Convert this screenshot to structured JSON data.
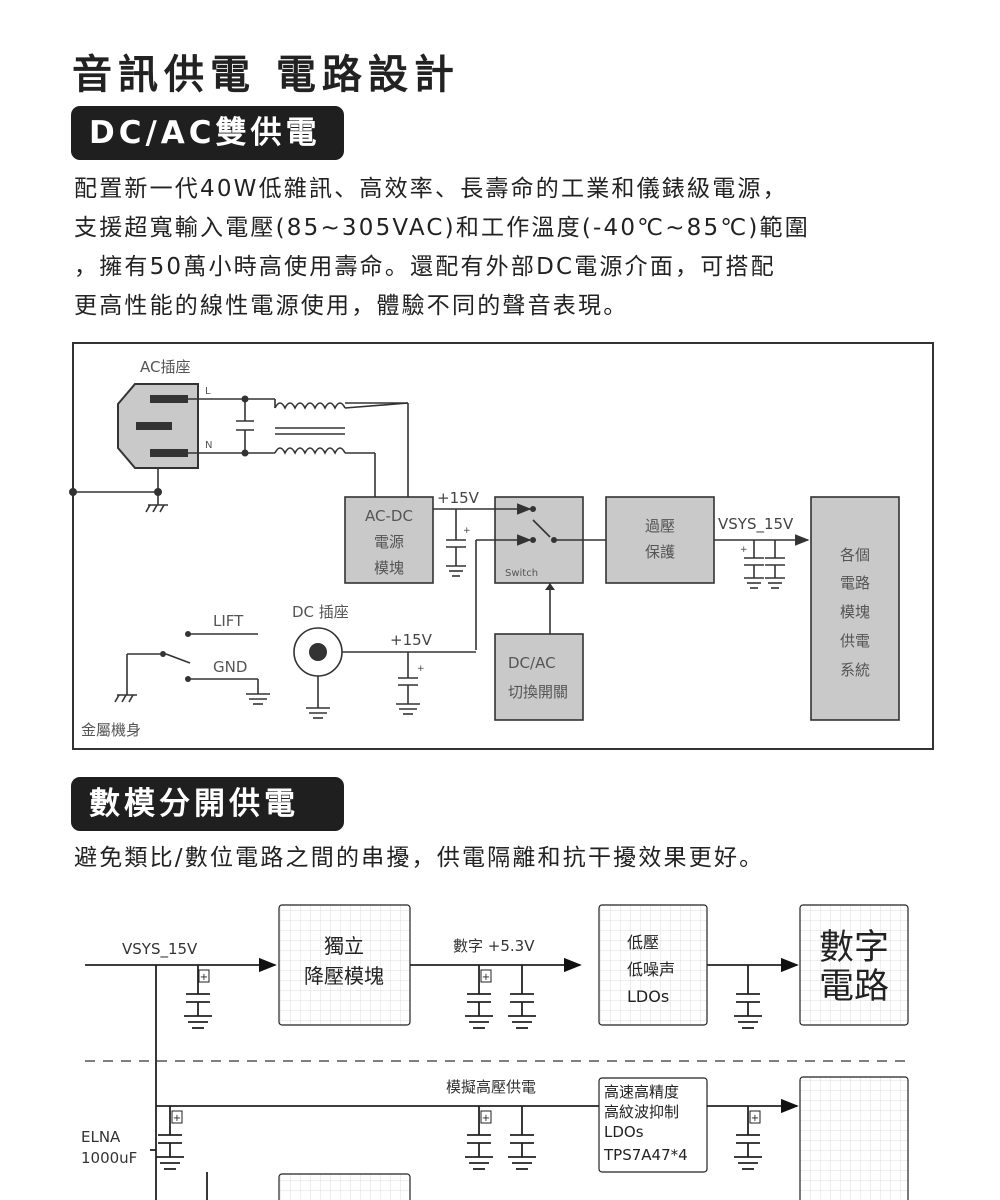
{
  "title": "音訊供電 電路設計",
  "section1": {
    "heading": "DC/AC雙供電",
    "paragraph_lines": [
      "配置新一代40W低雜訊、高效率、長壽命的工業和儀錶級電源，",
      "支援超寬輸入電壓(85~305VAC)和工作溫度(-40℃~85℃)範圍",
      "，擁有50萬小時高使用壽命。還配有外部DC電源介面，可搭配",
      "更高性能的線性電源使用，體驗不同的聲音表現。"
    ]
  },
  "diagram1": {
    "ac_socket": "AC插座",
    "l_label": "L",
    "n_label": "N",
    "acdc_lines": [
      "AC-DC",
      "電源",
      "模塊"
    ],
    "v15_top": "+15V",
    "switch_label": "Switch",
    "ovp_lines": [
      "過壓",
      "保護"
    ],
    "vsys": "VSYS_15V",
    "modules_lines": [
      "各個",
      "電路",
      "模塊",
      "供電",
      "系統"
    ],
    "lift": "LIFT",
    "gnd": "GND",
    "dc_socket": "DC 插座",
    "v15_mid": "+15V",
    "dcac_lines": [
      "DC/AC",
      "切換開關"
    ],
    "chassis": "金屬機身",
    "plus": "+"
  },
  "section2": {
    "heading": "數模分開供電",
    "paragraph": "避免類比/數位電路之間的串擾，供電隔離和抗干擾效果更好。"
  },
  "diagram2": {
    "vsys": "VSYS_15V",
    "buck_lines": [
      "獨立",
      "降壓模塊"
    ],
    "digital_rail": "數字 +5.3V",
    "ldo_lines": [
      "低壓",
      "低噪声",
      "LDOs"
    ],
    "digital_lines": [
      "數字",
      "電路"
    ],
    "analog_rail": "模擬高壓供電",
    "hp_ldo_lines": [
      "高速高精度",
      "高紋波抑制",
      "LDOs",
      "TPS7A47*4"
    ],
    "elna_lines": [
      "ELNA",
      "1000uF"
    ],
    "plus": "+"
  },
  "colors": {
    "dark": "#1f1f1f",
    "block_fill": "#c9c9c9",
    "line": "#333333",
    "grid": "#dddddd"
  }
}
